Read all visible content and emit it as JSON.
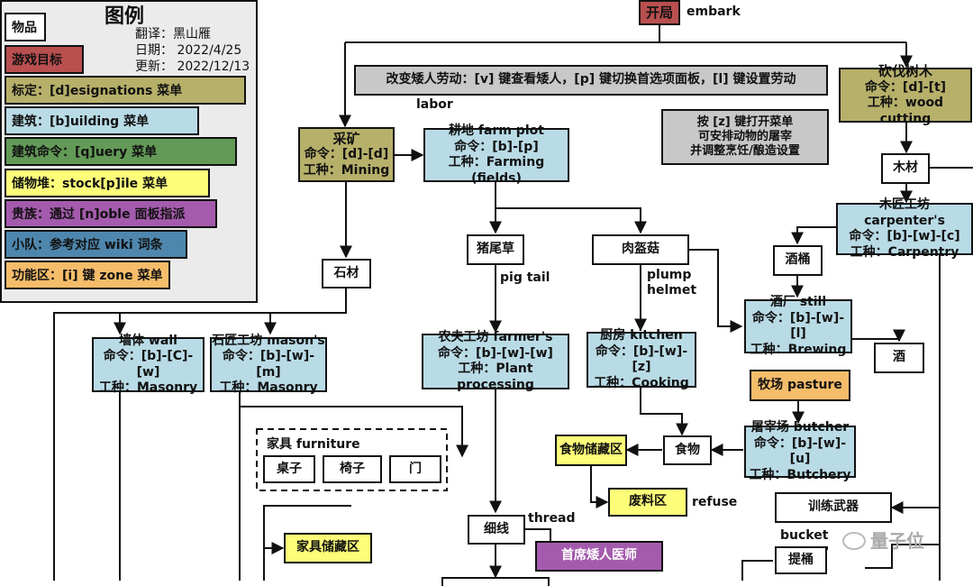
{
  "legend": {
    "items_label": "物品",
    "title": "图例",
    "translator": "翻译：黑山雁",
    "date": "日期：  2022/4/25",
    "updated": "更新：  2022/12/13",
    "goal": "游戏目标",
    "designations": "标定：[d]esignations 菜单",
    "building": "建筑：[b]uilding 菜单",
    "query": "建筑命令：[q]uery 菜单",
    "stockpile": "储物堆：stock[p]ile 菜单",
    "noble": "贵族：通过 [n]oble 面板指派",
    "squad": "小队：参考对应 wiki 词条",
    "zone": "功能区：[i] 键 zone 菜单"
  },
  "notes": {
    "labor": "改变矮人劳动：[v] 键查看矮人，[p] 键切换首选项面板，[l] 键设置劳动",
    "labor_en": "labor",
    "zmenu": [
      "按 [z] 键打开菜单",
      "可安排动物的屠宰",
      "并调整烹饪/酿造设置"
    ]
  },
  "nodes": {
    "start": "开局",
    "start_en": "embark",
    "mining": [
      "采矿",
      "命令：[d]-[d]",
      "工种：Mining"
    ],
    "woodcut": [
      "砍伐树木",
      "命令：[d]-[t]",
      "工种：wood cutting"
    ],
    "farm": [
      "耕地 farm plot",
      "命令：[b]-[p]",
      "工种：Farming (fields)"
    ],
    "wood": "木材",
    "carpenter": [
      "木匠工坊 carpenter's",
      "命令：[b]-[w]-[c]",
      "工种：Carpentry"
    ],
    "stone": "石材",
    "pigtail": "猪尾草",
    "pigtail_en": "pig tail",
    "plump": "肉盔菇",
    "plump_en": [
      "plump",
      "helmet"
    ],
    "barrel": "酒桶",
    "still": [
      "酒厂 still",
      "命令：[b]-[w]-[l]",
      "工种：Brewing"
    ],
    "drink": "酒",
    "wall": [
      "墙体 wall",
      "命令：[b]-[C]-[w]",
      "工种：Masonry"
    ],
    "mason": [
      "石匠工坊 mason's",
      "命令：[b]-[w]-[m]",
      "工种：Masonry"
    ],
    "farmer": [
      "农夫工坊 farmer's",
      "命令：[b]-[w]-[w]",
      "工种：Plant processing"
    ],
    "kitchen": [
      "厨房 kitchen",
      "命令：[b]-[w]-[z]",
      "工种：Cooking"
    ],
    "pasture": "牧场 pasture",
    "furniture_title": "家具 furniture",
    "table": "桌子",
    "chair": "椅子",
    "door": "门",
    "foodstore": "食物储藏区",
    "food": "食物",
    "butcher": [
      "屠宰场 butcher",
      "命令：[b]-[w]-[u]",
      "工种：Butchery"
    ],
    "refuse": "废料区",
    "refuse_en": "refuse",
    "weapon": "训练武器",
    "thread": "细线",
    "thread_en": "thread",
    "furnstore": "家具储藏区",
    "doctor": "首席矮人医师",
    "bucket_en": "bucket",
    "bucket": "提桶"
  },
  "watermark": "量子位"
}
